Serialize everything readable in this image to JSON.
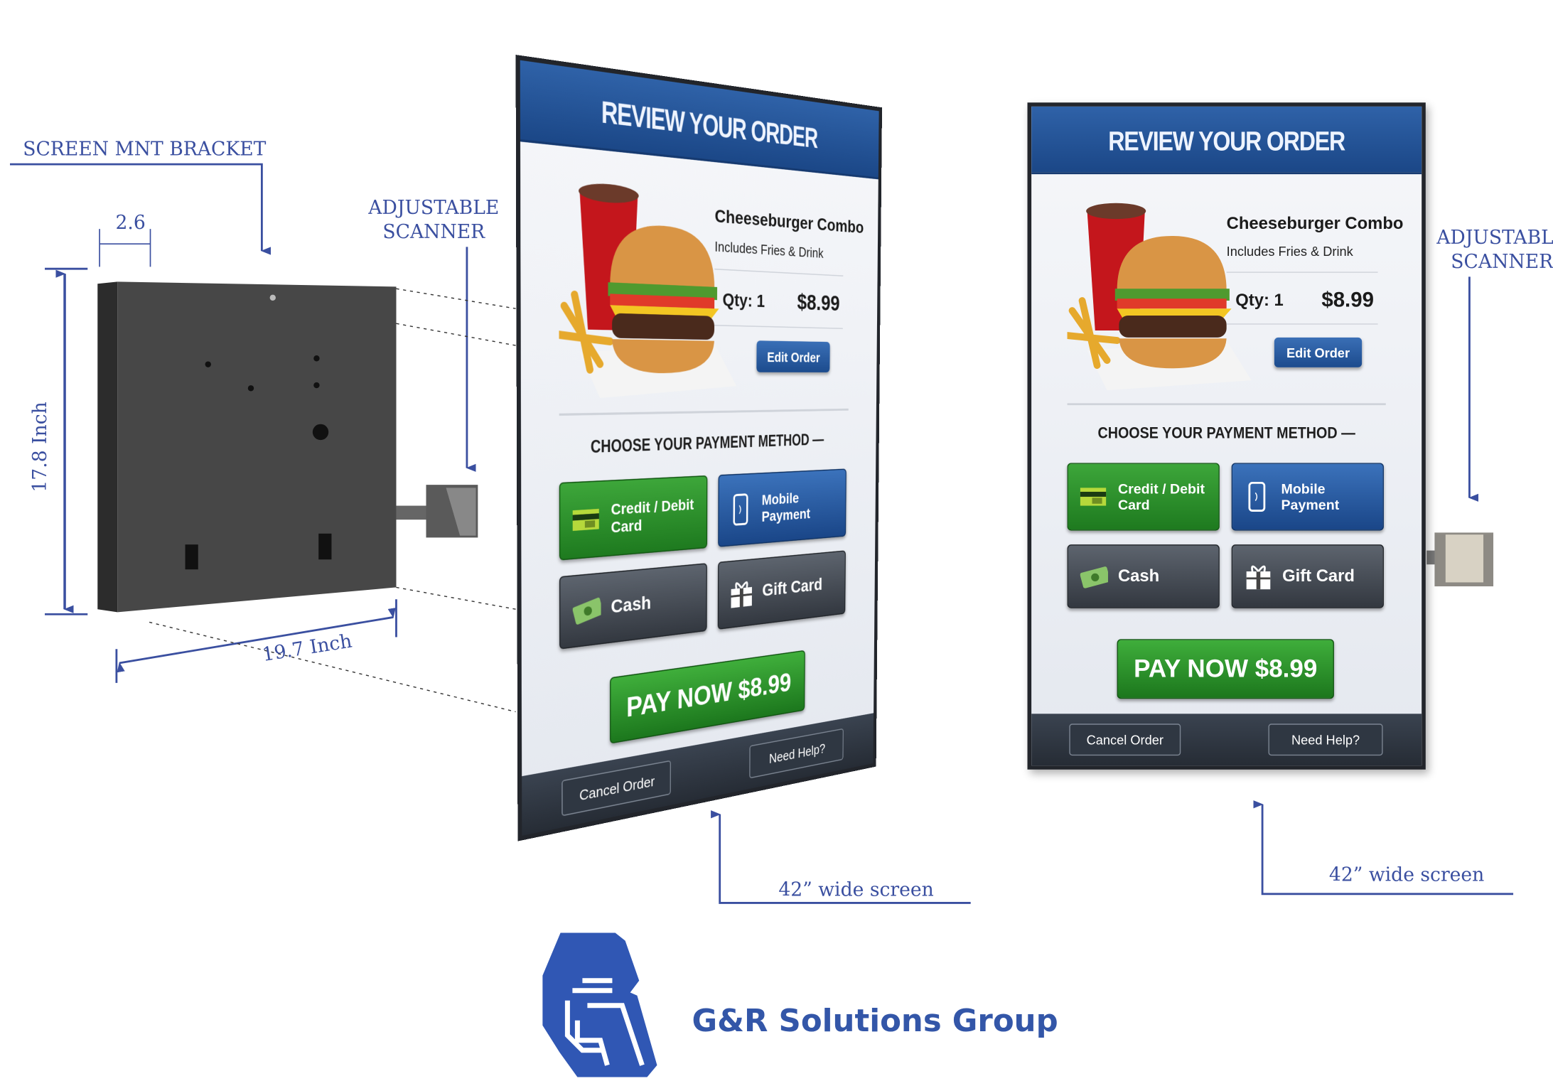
{
  "annotations": {
    "bracket_label": "SCREEN MNT BRACKET",
    "depth": "2.6",
    "height": "17.8 Inch",
    "width": "19.7 Inch",
    "scanner_left_line1": "ADJUSTABLE",
    "scanner_left_line2": "SCANNER",
    "scanner_right_line1": "ADJUSTABLE",
    "scanner_right_line2": "SCANNER",
    "screen_left": "42” wide screen",
    "screen_right": "42” wide screen"
  },
  "screen": {
    "title": "REVIEW YOUR ORDER",
    "item_name": "Cheeseburger Combo",
    "item_desc": "Includes Fries & Drink",
    "qty": "Qty: 1",
    "price": "$8.99",
    "edit_order": "Edit Order",
    "choose_payment": "CHOOSE YOUR PAYMENT METHOD —",
    "methods": [
      {
        "label": "Credit / Debit Card",
        "icon": "credit-card-icon"
      },
      {
        "label": "Mobile Payment",
        "icon": "mobile-phone-icon"
      },
      {
        "label": "Cash",
        "icon": "cash-icon"
      },
      {
        "label": "Gift Card",
        "icon": "gift-icon"
      }
    ],
    "pay_now": "PAY NOW $8.99",
    "cancel_order": "Cancel Order",
    "need_help": "Need Help?"
  },
  "colors": {
    "accent_blue": "#1b4787",
    "pay_green": "#2a8f29",
    "annotation": "#3a4fa0"
  },
  "logo": {
    "name": "G&R Solutions Group"
  }
}
